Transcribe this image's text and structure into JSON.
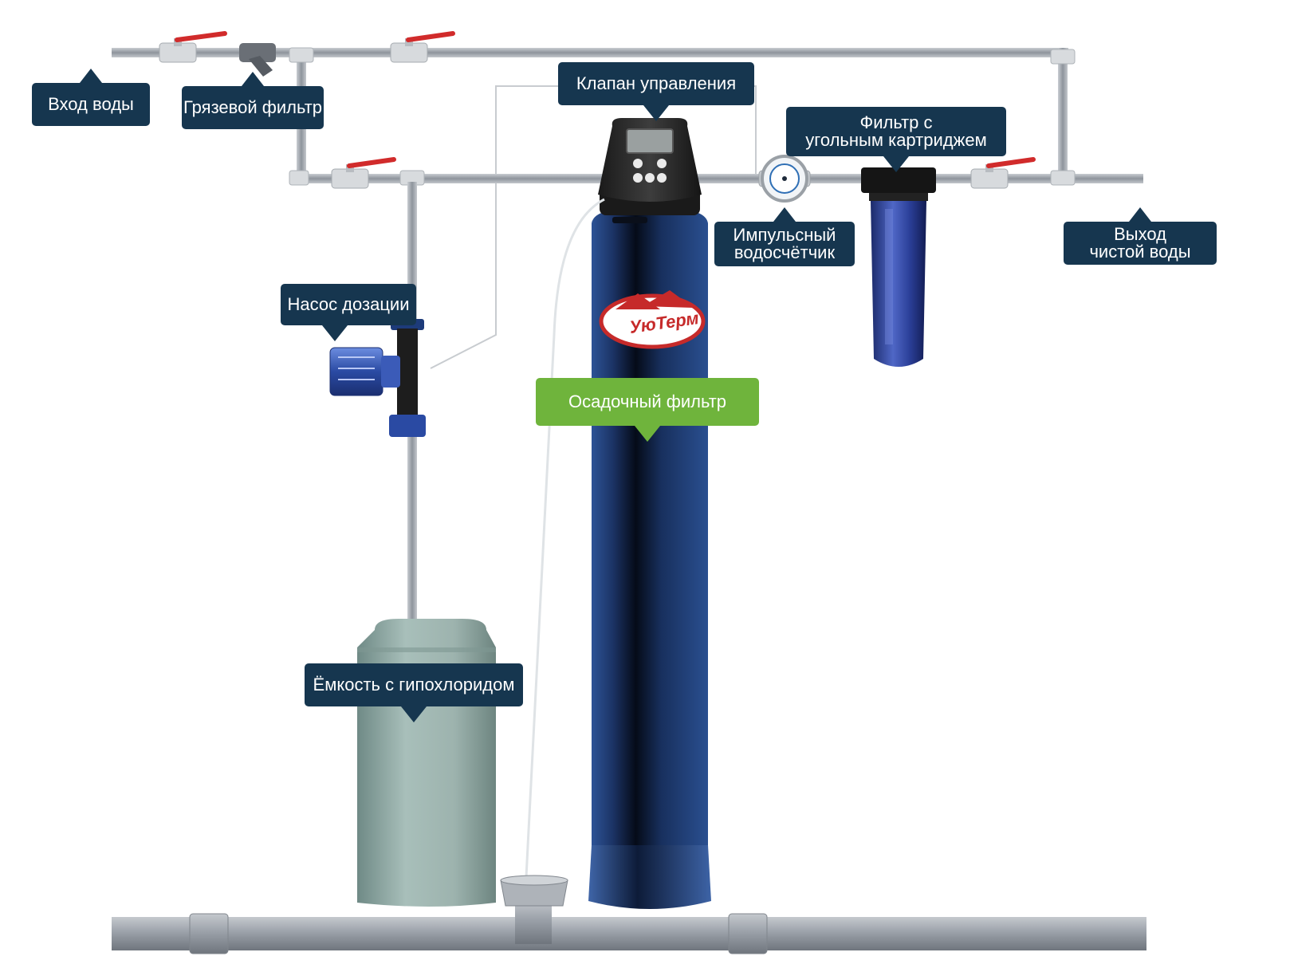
{
  "labels": {
    "water_inlet": "Вход воды",
    "mud_filter": "Грязевой фильтр",
    "control_valve": "Клапан управления",
    "carbon_filter": [
      "Фильтр с",
      "угольным картриджем"
    ],
    "pulse_meter": [
      "Импульсный",
      "водосчётчик"
    ],
    "clean_water_outlet": [
      "Выход",
      "чистой воды"
    ],
    "dosing_pump": "Насос дозации",
    "sediment_filter": "Осадочный фильтр",
    "hypochlorite_tank": "Ёмкость с гипохлоридом"
  },
  "brand": {
    "name": "УюТерм"
  },
  "colors": {
    "callout_bg": "#16364f",
    "callout_green": "#6fb43c",
    "pipe": "#9aa0a8",
    "tank": "#1e3f75",
    "handle": "#d12b2b",
    "container": "#93aba6"
  },
  "icons": [
    "ball-valve-icon",
    "mud-filter-icon",
    "control-valve-icon",
    "water-meter-icon",
    "cartridge-filter-icon",
    "dosing-pump-icon"
  ]
}
